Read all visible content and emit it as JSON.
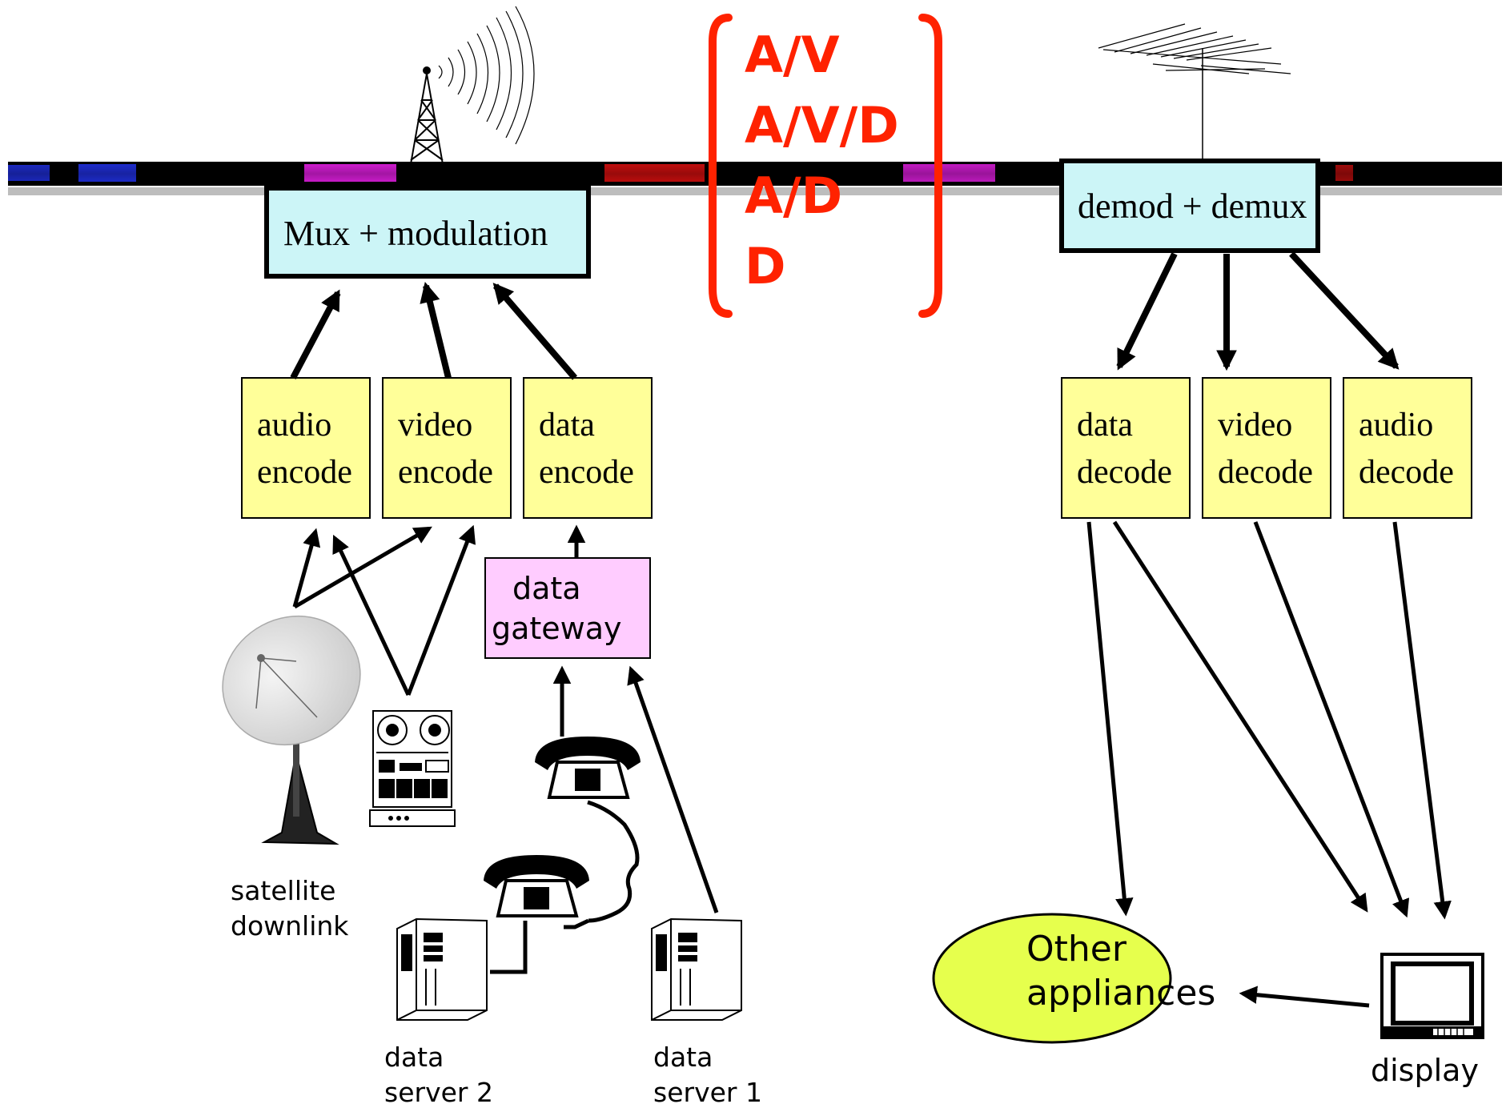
{
  "signal_types": [
    "A/V",
    "A/V/D",
    "A/D",
    "D"
  ],
  "transmit": {
    "mux_label": "Mux + modulation",
    "encoders": [
      {
        "line1": "audio",
        "line2": "encode"
      },
      {
        "line1": "video",
        "line2": "encode"
      },
      {
        "line1": "data",
        "line2": "encode"
      }
    ],
    "gateway": {
      "line1": "data",
      "line2": "gateway"
    },
    "sources": {
      "satellite": {
        "line1": "satellite",
        "line2": "downlink"
      },
      "server2": {
        "line1": "data",
        "line2": "server 2"
      },
      "server1": {
        "line1": "data",
        "line2": "server 1"
      }
    }
  },
  "receive": {
    "demux_label": "demod + demux",
    "decoders": [
      {
        "line1": "data",
        "line2": "decode"
      },
      {
        "line1": "video",
        "line2": "decode"
      },
      {
        "line1": "audio",
        "line2": "decode"
      }
    ],
    "other_appliances": {
      "line1": "Other",
      "line2": "appliances"
    },
    "display_label": "display"
  },
  "colors": {
    "block_fill": "#ccf5f7",
    "coder_fill": "#ffff99",
    "gateway_fill": "#ffccff",
    "appliance_fill": "#e6ff4d",
    "bracket_red": "#ff2200",
    "bar_blue": "#2233ee",
    "bar_magenta": "#ff22ff",
    "bar_red": "#ee1111"
  },
  "icons": [
    "transmitter-tower-icon",
    "tv-antenna-icon",
    "satellite-dish-icon",
    "tape-deck-icon",
    "telephone-icon",
    "server-icon",
    "monitor-icon"
  ]
}
